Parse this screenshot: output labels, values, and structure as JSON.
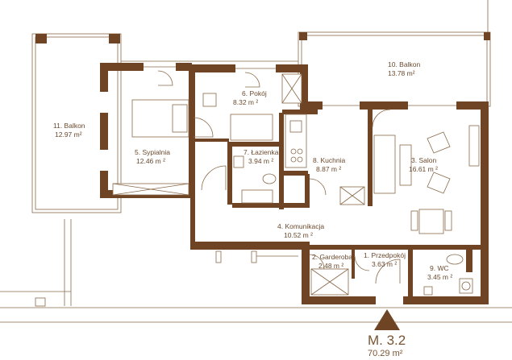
{
  "unit": {
    "code": "M. 3.2",
    "total_area": "70.29 m²"
  },
  "rooms": [
    {
      "id": "przedpokoj",
      "name": "1. Przedpokój",
      "area": "3.63 m ²"
    },
    {
      "id": "garderoba",
      "name": "2. Garderoba",
      "area": "2.48 m ²"
    },
    {
      "id": "salon",
      "name": "3. Salon",
      "area": "16.61 m ²"
    },
    {
      "id": "komunikacja",
      "name": "4. Komunikacja",
      "area": "10.52 m ²"
    },
    {
      "id": "sypialnia",
      "name": "5. Sypialnia",
      "area": "12.46 m ²"
    },
    {
      "id": "pokoj",
      "name": "6. Pokój",
      "area": "8.32 m ²"
    },
    {
      "id": "lazienka",
      "name": "7. Łazienka",
      "area": "3.94 m ²"
    },
    {
      "id": "kuchnia",
      "name": "8. Kuchnia",
      "area": "8.87 m ²"
    },
    {
      "id": "wc",
      "name": "9. WC",
      "area": "3.45 m ²"
    },
    {
      "id": "balkon10",
      "name": "10. Balkon",
      "area": "13.78 m²"
    },
    {
      "id": "balkon11",
      "name": "11. Balkon",
      "area": "12.97 m²"
    }
  ],
  "colors": {
    "wall": "#6e4424",
    "line": "#8a6a4a",
    "text": "#6b4a2e",
    "accent": "#7a5533"
  },
  "icons": [
    "entrance-arrow-icon"
  ]
}
